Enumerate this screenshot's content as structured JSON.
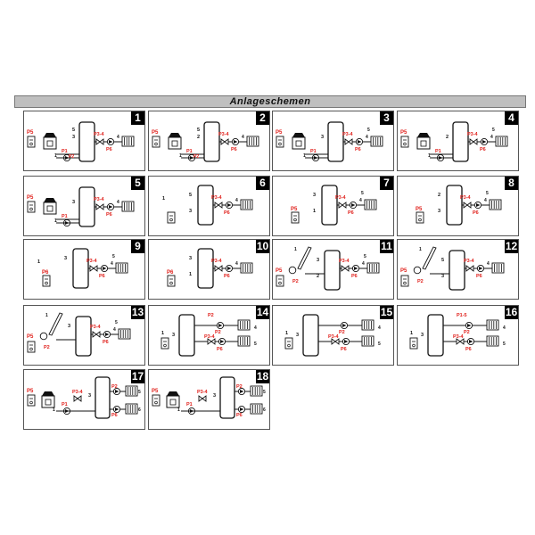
{
  "title": "Anlageschemen",
  "schemes": [
    {
      "num": "1",
      "variant": "boiler",
      "labels": {
        "boiler_top": "",
        "boiler": "P5",
        "pump": "P1",
        "valve": "P3-4",
        "pump2": "P6",
        "pump3": "",
        "aux": "P2"
      },
      "side_left": "5",
      "side_marks": [
        "3",
        "1"
      ],
      "heater_marks": [
        "4"
      ]
    },
    {
      "num": "2",
      "variant": "boiler",
      "labels": {
        "boiler": "P5",
        "pump": "P1",
        "valve": "P3-4",
        "pump2": "P6",
        "aux": "P2"
      },
      "side_left": "5",
      "side_marks": [
        "2",
        "1"
      ],
      "heater_marks": [
        "4"
      ]
    },
    {
      "num": "3",
      "variant": "boiler",
      "labels": {
        "boiler": "P5",
        "pump": "P1",
        "valve": "P3-4",
        "pump2": "P6",
        "aux": ""
      },
      "side_left": "",
      "side_marks": [
        "3",
        "1"
      ],
      "heater_marks": [
        "4",
        "5"
      ]
    },
    {
      "num": "4",
      "variant": "boiler",
      "labels": {
        "boiler": "P5",
        "pump": "P1",
        "valve": "P3-4",
        "pump2": "P6",
        "aux": ""
      },
      "side_left": "",
      "side_marks": [
        "2",
        "1"
      ],
      "heater_marks": [
        "4",
        "5"
      ]
    },
    {
      "num": "5",
      "variant": "boiler-small",
      "labels": {
        "boiler": "P5",
        "pump": "P1",
        "valve": "P3-4",
        "pump2": "P6",
        "aux": ""
      },
      "side_left": "",
      "side_marks": [
        "3",
        "1"
      ],
      "heater_marks": [
        "4"
      ]
    },
    {
      "num": "6",
      "variant": "tank",
      "labels": {
        "boiler": "",
        "pump": "",
        "valve": "P3-4",
        "pump2": "P6",
        "aux": ""
      },
      "side_left": "1",
      "side_marks": [
        "5",
        "3"
      ],
      "heater_marks": [
        "4"
      ]
    },
    {
      "num": "7",
      "variant": "tank",
      "labels": {
        "boiler": "P5",
        "pump": "",
        "valve": "P3-4",
        "pump2": "P6",
        "aux": ""
      },
      "side_left": "",
      "side_marks": [
        "3",
        "1"
      ],
      "heater_marks": [
        "4",
        "5"
      ]
    },
    {
      "num": "8",
      "variant": "tank",
      "labels": {
        "boiler": "P5",
        "pump": "",
        "valve": "P3-4",
        "pump2": "P6",
        "aux": ""
      },
      "side_left": "",
      "side_marks": [
        "2",
        "3"
      ],
      "heater_marks": [
        "4",
        "5"
      ]
    },
    {
      "num": "9",
      "variant": "tank",
      "labels": {
        "boiler": "P6",
        "pump": "",
        "valve": "P3-4",
        "pump2": "P6",
        "aux": ""
      },
      "side_left": "1",
      "side_marks": [
        "3"
      ],
      "heater_marks": [
        "4",
        "5"
      ]
    },
    {
      "num": "10",
      "variant": "tank",
      "labels": {
        "boiler": "P6",
        "pump": "",
        "valve": "P3-4",
        "pump2": "P6",
        "aux": ""
      },
      "side_left": "",
      "side_marks": [
        "3",
        "1"
      ],
      "heater_marks": [
        "4"
      ]
    },
    {
      "num": "11",
      "variant": "solar",
      "labels": {
        "boiler": "P5",
        "pump": "P2",
        "valve": "P3-4",
        "pump2": "P6",
        "aux": ""
      },
      "side_left": "1",
      "side_marks": [
        "3",
        "2"
      ],
      "heater_marks": [
        "4",
        "5"
      ]
    },
    {
      "num": "12",
      "variant": "solar",
      "labels": {
        "boiler": "P5",
        "pump": "P2",
        "valve": "P3-4",
        "pump2": "P6",
        "aux": ""
      },
      "side_left": "1",
      "side_marks": [
        "5",
        "3"
      ],
      "heater_marks": [
        "4"
      ]
    },
    {
      "num": "13",
      "variant": "solar",
      "labels": {
        "boiler": "P5",
        "pump": "P2",
        "valve": "P3-4",
        "pump2": "P6",
        "aux": ""
      },
      "side_left": "1",
      "side_marks": [
        "3"
      ],
      "heater_marks": [
        "4",
        "5"
      ]
    },
    {
      "num": "14",
      "variant": "dual",
      "labels": {
        "boiler": "",
        "pump": "P2",
        "valve": "P3-4",
        "pump2": "P6",
        "aux": "P2"
      },
      "side_left": "1",
      "side_marks": [
        "3"
      ],
      "heater_marks": [
        "4",
        "5"
      ]
    },
    {
      "num": "15",
      "variant": "dual",
      "labels": {
        "boiler": "",
        "pump": "P2",
        "valve": "P3-4",
        "pump2": "P6",
        "aux": ""
      },
      "side_left": "1",
      "side_marks": [
        "3"
      ],
      "heater_marks": [
        "4",
        "5"
      ]
    },
    {
      "num": "16",
      "variant": "dual",
      "labels": {
        "boiler": "",
        "pump": "P2",
        "valve": "P3-4",
        "pump2": "P6",
        "aux": "P1-5"
      },
      "side_left": "1",
      "side_marks": [
        "3"
      ],
      "heater_marks": [
        "4",
        "5"
      ]
    },
    {
      "num": "17",
      "variant": "boiler-two",
      "labels": {
        "boiler": "P5",
        "pump": "P1",
        "valve": "P3-4",
        "pump2": "P6",
        "aux": "P2"
      },
      "side_left": "",
      "side_marks": [
        "3",
        "1"
      ],
      "heater_marks": [
        "5",
        "6"
      ]
    },
    {
      "num": "18",
      "variant": "boiler-two",
      "labels": {
        "boiler": "P5",
        "pump": "P1",
        "valve": "P3-4",
        "pump2": "P6",
        "aux": "P2"
      },
      "side_left": "",
      "side_marks": [
        "3",
        "1"
      ],
      "heater_marks": [
        "5",
        "6"
      ]
    }
  ]
}
